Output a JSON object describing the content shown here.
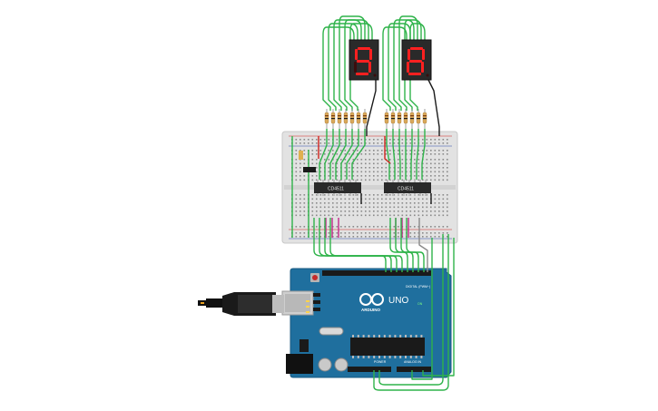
{
  "circuit": {
    "display_left": {
      "digit": "9"
    },
    "display_right": {
      "digit": "8"
    },
    "chip_left": {
      "label": "CD4511"
    },
    "chip_right": {
      "label": "CD4511"
    },
    "arduino": {
      "logo_text": "ARDUINO",
      "model": "UNO",
      "digital_label": "DIGITAL (PWM~)",
      "power_label": "POWER",
      "analog_label": "ANALOG IN",
      "on_label": "ON"
    }
  },
  "colors": {
    "wire_green": "#2fb34a",
    "wire_red": "#d0241e",
    "wire_black": "#1a1a1a",
    "wire_gray": "#8a8a8a",
    "wire_pink": "#c2298a",
    "board_blue": "#1f6f9e",
    "breadboard": "#e4e4e4",
    "display_body": "#2a2a2a",
    "segment_on": "#ff2020"
  },
  "icons": [
    "usb-plug-icon",
    "seven-segment-display-icon",
    "resistor-icon",
    "ic-chip-icon",
    "arduino-logo-icon"
  ]
}
